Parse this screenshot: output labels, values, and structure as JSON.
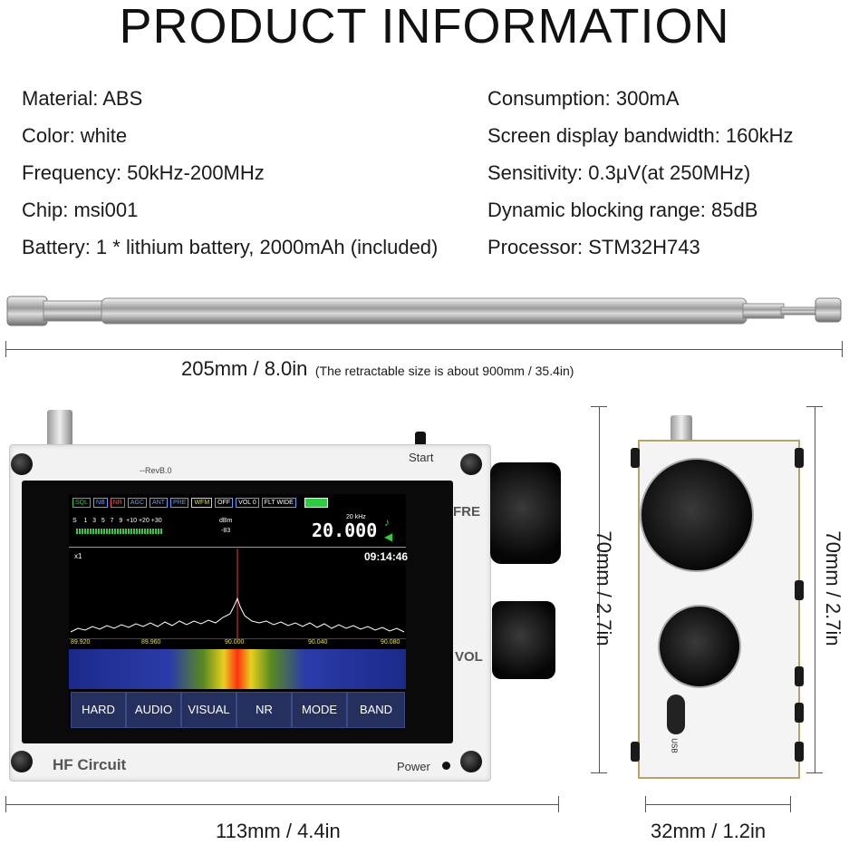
{
  "title": "PRODUCT INFORMATION",
  "specs_left": [
    "Material: ABS",
    "Color: white",
    "Frequency: 50kHz-200MHz",
    "Chip: msi001",
    "Battery: 1 * lithium battery, 2000mAh (included)"
  ],
  "specs_right": [
    "Consumption: 300mA",
    "Screen display bandwidth: 160kHz",
    "Sensitivity: 0.3μV(at 250MHz)",
    "Dynamic blocking range: 85dB",
    "Processor: STM32H743"
  ],
  "antenna": {
    "length_label": "205mm / 8.0in",
    "note": "(The retractable size is about 900mm / 35.4in)"
  },
  "front": {
    "width_label": "113mm / 4.4in",
    "height_label": "70mm / 2.7in",
    "rev_label": "--RevB.0",
    "brand": "HF Circuit",
    "start_label": "Start",
    "power_label": "Power",
    "fre_label": "FRE",
    "vol_label": "VOL"
  },
  "side": {
    "width_label": "32mm / 1.2in",
    "height_label": "70mm / 2.7in",
    "usb_label": "USB"
  },
  "screen": {
    "top_buttons": [
      "SQL",
      "NB",
      "NR",
      "AGC",
      "ANT",
      "PRE",
      "WFM",
      "OFF",
      "VOL 0",
      "FLT WIDE"
    ],
    "s_scale": "S    1   3   5   7   9  +10 +20 +30",
    "dbm_label": "dBm",
    "dbm_value": "-83",
    "freq_unit": "20 kHz",
    "freq": "20.000",
    "zoom": "x1",
    "time": "09:14:46",
    "ticks": [
      "89.920",
      "89.960",
      "90.000",
      "90.040",
      "90.080"
    ],
    "bottom_buttons": [
      "HARD",
      "AUDIO",
      "VISUAL",
      "NR",
      "MODE",
      "BAND"
    ]
  }
}
